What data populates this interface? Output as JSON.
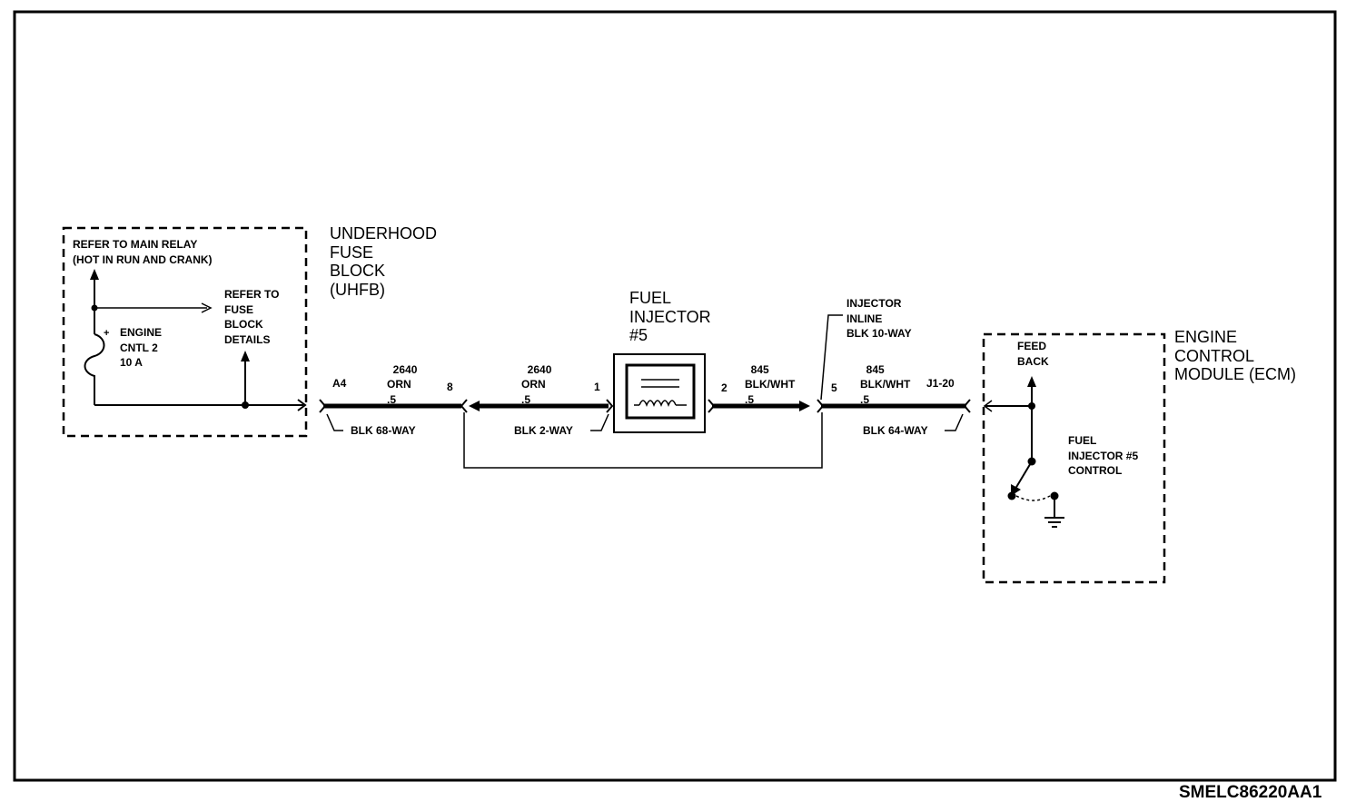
{
  "uhfb": {
    "refer_main_relay": "REFER TO MAIN RELAY\n(HOT IN RUN AND CRANK)",
    "fuse_polarity": "+",
    "fuse_name": "ENGINE\nCNTL 2\n10 A",
    "refer_fuse_block": "REFER TO\nFUSE\nBLOCK\nDETAILS",
    "title": "UNDERHOOD\nFUSE\nBLOCK\n(UHFB)"
  },
  "connectors": {
    "blk_68way": {
      "label": "BLK 68-WAY",
      "pin_left": "A4",
      "pin_right": "8"
    },
    "blk_2way": {
      "label": "BLK 2-WAY",
      "pin_in": "1",
      "pin_out": "2"
    },
    "inline_10way": {
      "label": "INJECTOR\nINLINE\nBLK 10-WAY",
      "pin": "5"
    },
    "blk_64way": {
      "label": "BLK 64-WAY",
      "pin": "J1-20"
    }
  },
  "wires": [
    {
      "circuit": "2640",
      "color": "ORN",
      "gauge": ".5"
    },
    {
      "circuit": "2640",
      "color": "ORN",
      "gauge": ".5"
    },
    {
      "circuit": "845",
      "color": "BLK/WHT",
      "gauge": ".5"
    },
    {
      "circuit": "845",
      "color": "BLK/WHT",
      "gauge": ".5"
    }
  ],
  "injector": {
    "title": "FUEL\nINJECTOR\n#5"
  },
  "ecm": {
    "title": "ENGINE\nCONTROL\nMODULE (ECM)",
    "feedback": "FEED\nBACK",
    "control": "FUEL\nINJECTOR #5\nCONTROL"
  },
  "figure_code": "SMELC86220AA1"
}
